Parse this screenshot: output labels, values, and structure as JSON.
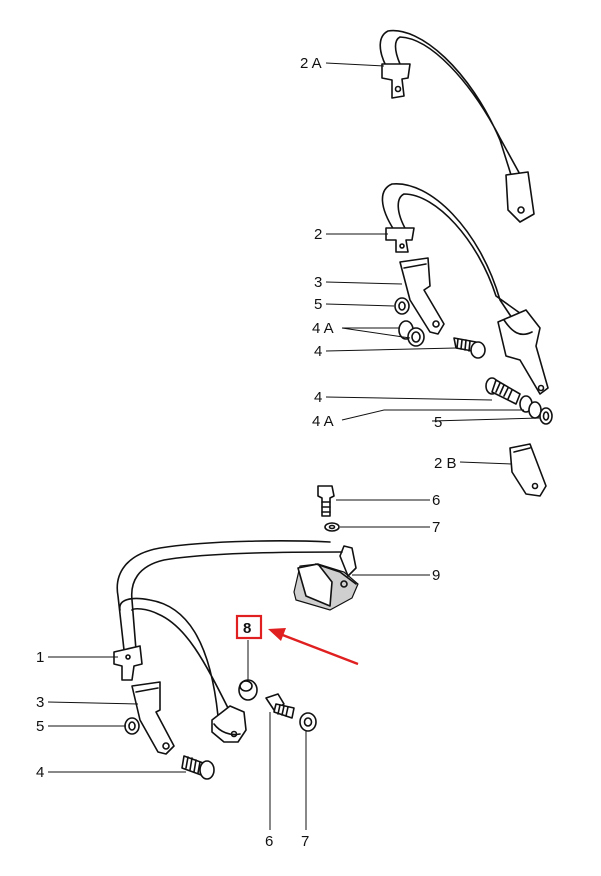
{
  "labels": {
    "l2A": "2 A",
    "l2": "2",
    "l3a": "3",
    "l5a": "5",
    "l4Aa": "4 A",
    "l4a": "4",
    "l4b": "4",
    "l4Ab": "4 A",
    "l5b": "5",
    "l2B": "2 B",
    "l6a": "6",
    "l7a": "7",
    "l9": "9",
    "l8": "8",
    "l1": "1",
    "l3b": "3",
    "l5c": "5",
    "l4c": "4",
    "l6b": "6",
    "l7b": "7"
  },
  "colors": {
    "highlight": "#e02020",
    "ink": "#111111"
  }
}
